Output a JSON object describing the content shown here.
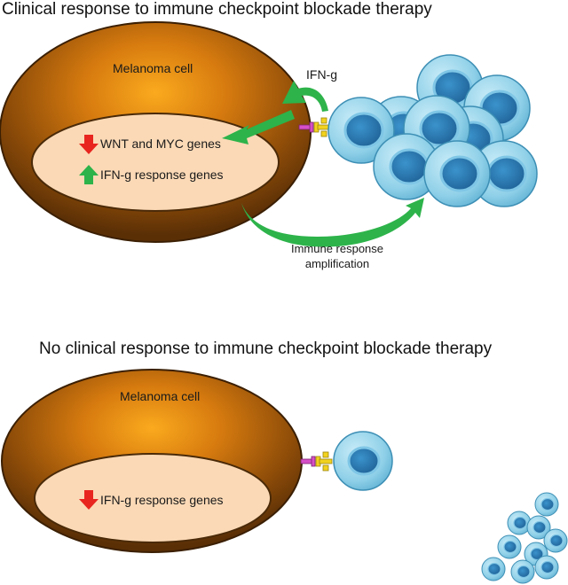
{
  "panel_top": {
    "title": "Clinical response to immune checkpoint blockade therapy",
    "cell_label": "Melanoma cell",
    "gene_down": "WNT and MYC genes",
    "gene_up": "IFN-g response genes",
    "signal_label": "IFN-g",
    "amplification_line1": "Immune response",
    "amplification_line2": "amplification"
  },
  "panel_bottom": {
    "title": "No clinical response to immune checkpoint blockade therapy",
    "cell_label": "Melanoma cell",
    "gene_down": "IFN-g response genes"
  },
  "colors": {
    "cell_outer": "#5a2f06",
    "cell_glow": "#f7a21b",
    "nucleus": "#fbd9b6",
    "tcell": "#8fd0e8",
    "tcell_nucleus": "#2a7db5",
    "arrow_green": "#2db34a",
    "arrow_red": "#e8251f",
    "receptor_pink": "#d64fc8",
    "receptor_yellow": "#f2d21e"
  }
}
